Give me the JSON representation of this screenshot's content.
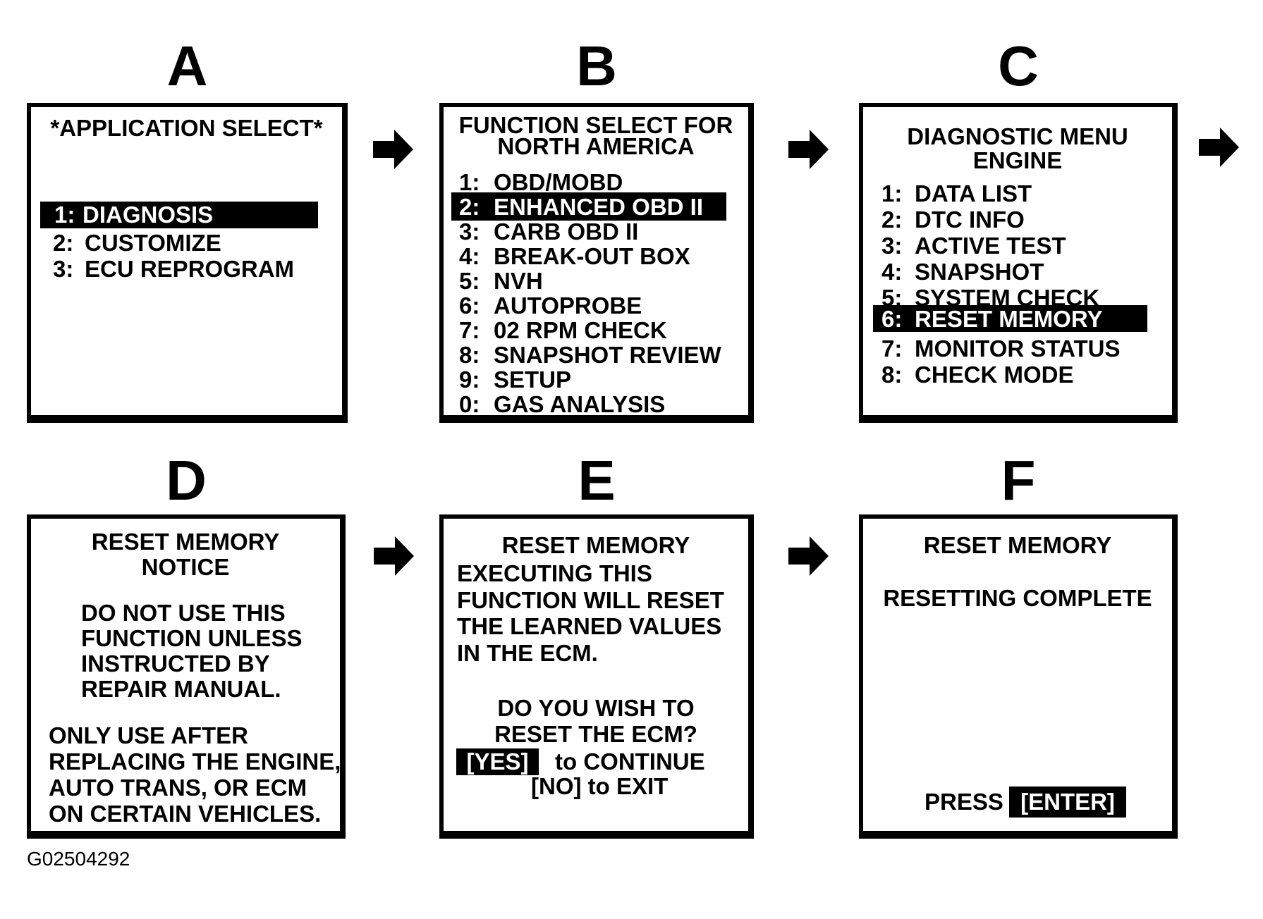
{
  "figure": {
    "code": "G02504292"
  },
  "colors": {
    "ink": "#000000",
    "paper": "#ffffff",
    "highlight_bg": "#000000",
    "highlight_text": "#ffffff"
  },
  "flow": {
    "sequence": [
      "A",
      "B",
      "C",
      "D",
      "E",
      "F"
    ],
    "arrow_direction": "right"
  },
  "panelA": {
    "letter": "A",
    "title": "*APPLICATION SELECT*",
    "items": [
      {
        "num": "1:",
        "label": "DIAGNOSIS",
        "selected": true
      },
      {
        "num": "2:",
        "label": "CUSTOMIZE",
        "selected": false
      },
      {
        "num": "3:",
        "label": "ECU REPROGRAM",
        "selected": false
      }
    ]
  },
  "panelB": {
    "letter": "B",
    "title1": "FUNCTION SELECT FOR",
    "title2": "NORTH AMERICA",
    "items": [
      {
        "num": "1:",
        "label": "OBD/MOBD",
        "selected": false
      },
      {
        "num": "2:",
        "label": "ENHANCED OBD II",
        "selected": true
      },
      {
        "num": "3:",
        "label": "CARB OBD II",
        "selected": false
      },
      {
        "num": "4:",
        "label": "BREAK-OUT BOX",
        "selected": false
      },
      {
        "num": "5:",
        "label": "NVH",
        "selected": false
      },
      {
        "num": "6:",
        "label": "AUTOPROBE",
        "selected": false
      },
      {
        "num": "7:",
        "label": "02 RPM CHECK",
        "selected": false
      },
      {
        "num": "8:",
        "label": "SNAPSHOT REVIEW",
        "selected": false
      },
      {
        "num": "9:",
        "label": "SETUP",
        "selected": false
      },
      {
        "num": "0:",
        "label": "GAS ANALYSIS",
        "selected": false
      }
    ]
  },
  "panelC": {
    "letter": "C",
    "title1": "DIAGNOSTIC MENU",
    "title2": "ENGINE",
    "items": [
      {
        "num": "1:",
        "label": "DATA LIST",
        "selected": false
      },
      {
        "num": "2:",
        "label": "DTC INFO",
        "selected": false
      },
      {
        "num": "3:",
        "label": "ACTIVE TEST",
        "selected": false
      },
      {
        "num": "4:",
        "label": "SNAPSHOT",
        "selected": false
      },
      {
        "num": "5:",
        "label": "SYSTEM CHECK",
        "selected": false
      },
      {
        "num": "6:",
        "label": "RESET MEMORY",
        "selected": true
      },
      {
        "num": "7:",
        "label": "MONITOR STATUS",
        "selected": false
      },
      {
        "num": "8:",
        "label": "CHECK MODE",
        "selected": false
      }
    ]
  },
  "panelD": {
    "letter": "D",
    "title1": "RESET MEMORY",
    "title2": "NOTICE",
    "para1": [
      "DO NOT USE THIS",
      "FUNCTION UNLESS",
      "INSTRUCTED BY",
      "REPAIR MANUAL."
    ],
    "para2": [
      "ONLY USE AFTER",
      "REPLACING THE ENGINE,",
      "AUTO TRANS, OR ECM",
      "ON CERTAIN VEHICLES."
    ]
  },
  "panelE": {
    "letter": "E",
    "title": "RESET MEMORY",
    "para": [
      "EXECUTING THIS",
      "FUNCTION WILL RESET",
      "THE LEARNED VALUES",
      "IN THE ECM."
    ],
    "question1": "DO YOU WISH TO",
    "question2": "RESET THE ECM?",
    "yes_key": "[YES]",
    "yes_rest": "to CONTINUE",
    "no_line": "[NO] to EXIT"
  },
  "panelF": {
    "letter": "F",
    "title": "RESET MEMORY",
    "status": "RESETTING COMPLETE",
    "press_label": "PRESS",
    "enter_key": "[ENTER]"
  }
}
